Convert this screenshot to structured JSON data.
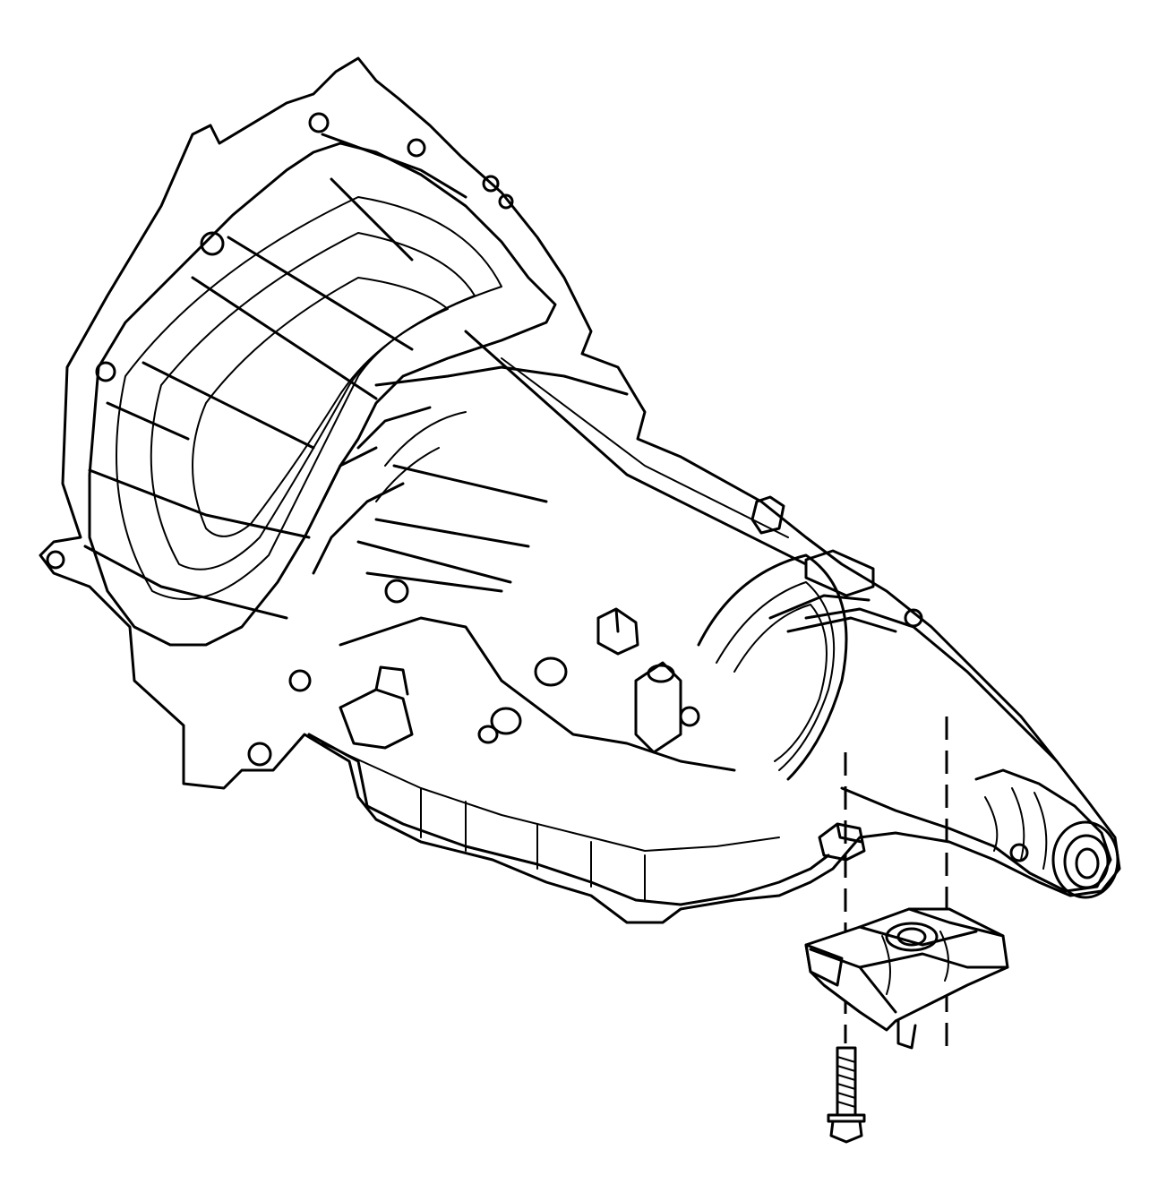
{
  "colors": {
    "background": "#ffffff",
    "line": "#000000"
  },
  "parts": [
    {
      "id": "transmission-assembly",
      "icon": "transmission-housing"
    },
    {
      "id": "transmission-mount",
      "icon": "mount-bracket"
    },
    {
      "id": "mount-bolt",
      "icon": "hex-bolt"
    }
  ]
}
